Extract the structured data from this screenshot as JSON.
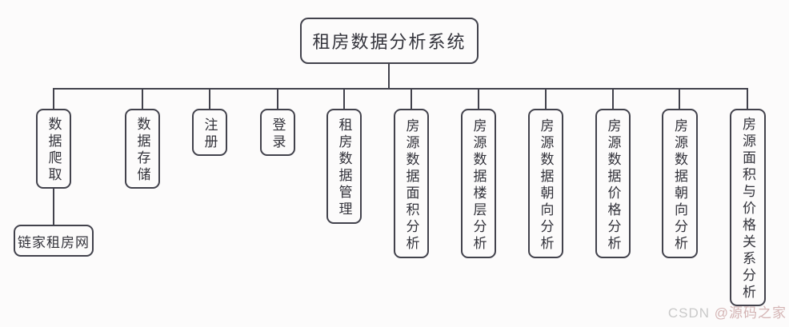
{
  "diagram": {
    "root": {
      "label": "租房数据分析系统"
    },
    "nodes": [
      {
        "label": "数据爬取"
      },
      {
        "label": "数据存储"
      },
      {
        "label": "注册"
      },
      {
        "label": "登录"
      },
      {
        "label": "租房数据管理"
      },
      {
        "label": "房源数据面积分析"
      },
      {
        "label": "房源数据楼层分析"
      },
      {
        "label": "房源数据朝向分析"
      },
      {
        "label": "房源数据价格分析"
      },
      {
        "label": "房源数据朝向分析"
      },
      {
        "label": "房源面积与价格关系分析"
      }
    ],
    "leaf": {
      "label": "链家租房网",
      "parent_label": "数据爬取"
    }
  },
  "watermark": {
    "brand": "CSDN ",
    "user": "@源码之家"
  },
  "colors": {
    "line": "#42424c",
    "border": "#42424c",
    "text": "#33333b",
    "background": "#fcfbfb",
    "watermark_brand": "#c9c9c9",
    "watermark_user": "#d4b4b4"
  }
}
